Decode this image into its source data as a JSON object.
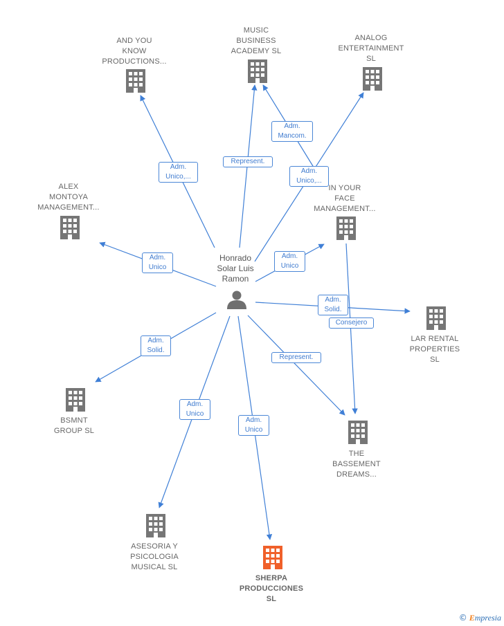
{
  "center": {
    "lines": [
      "Honrado",
      "Solar Luis",
      "Ramon"
    ],
    "icon": "person-icon"
  },
  "companies": [
    {
      "id": "and-you-know",
      "lines": [
        "AND YOU",
        "KNOW",
        "PRODUCTIONS..."
      ],
      "highlight": false
    },
    {
      "id": "music-business",
      "lines": [
        "MUSIC",
        "BUSINESS",
        "ACADEMY  SL"
      ],
      "highlight": false
    },
    {
      "id": "analog",
      "lines": [
        "ANALOG",
        "ENTERTAINMENT",
        "SL"
      ],
      "highlight": false
    },
    {
      "id": "alex-montoya",
      "lines": [
        "ALEX",
        "MONTOYA",
        "MANAGEMENT..."
      ],
      "highlight": false
    },
    {
      "id": "in-your-face",
      "lines": [
        "IN YOUR",
        "FACE",
        "MANAGEMENT..."
      ],
      "highlight": false
    },
    {
      "id": "lar-rental",
      "lines": [
        "LAR RENTAL",
        "PROPERTIES",
        "SL"
      ],
      "highlight": false
    },
    {
      "id": "bsmnt",
      "lines": [
        "BSMNT",
        "GROUP  SL"
      ],
      "highlight": false
    },
    {
      "id": "bassement",
      "lines": [
        "THE",
        "BASSEMENT",
        "DREAMS..."
      ],
      "highlight": false
    },
    {
      "id": "asesoria",
      "lines": [
        "ASESORIA Y",
        "PSICOLOGIA",
        "MUSICAL  SL"
      ],
      "highlight": false
    },
    {
      "id": "sherpa",
      "lines": [
        "SHERPA",
        "PRODUCCIONES",
        "SL"
      ],
      "highlight": true
    }
  ],
  "relations": [
    {
      "id": "r-and-you",
      "lines": [
        "Adm.",
        "Unico,..."
      ]
    },
    {
      "id": "r-music",
      "lines": [
        "Represent."
      ]
    },
    {
      "id": "r-mancom",
      "lines": [
        "Adm.",
        "Mancom."
      ]
    },
    {
      "id": "r-analog",
      "lines": [
        "Adm.",
        "Unico,..."
      ]
    },
    {
      "id": "r-alex",
      "lines": [
        "Adm.",
        "Unico"
      ]
    },
    {
      "id": "r-face",
      "lines": [
        "Adm.",
        "Unico"
      ]
    },
    {
      "id": "r-lar",
      "lines": [
        "Adm.",
        "Solid."
      ]
    },
    {
      "id": "r-consejero",
      "lines": [
        "Consejero"
      ]
    },
    {
      "id": "r-bsmnt",
      "lines": [
        "Adm.",
        "Solid."
      ]
    },
    {
      "id": "r-bassement",
      "lines": [
        "Represent."
      ]
    },
    {
      "id": "r-asesoria",
      "lines": [
        "Adm.",
        "Unico"
      ]
    },
    {
      "id": "r-sherpa",
      "lines": [
        "Adm.",
        "Unico"
      ]
    }
  ],
  "colors": {
    "edge": "#3f7fd6",
    "building": "#767676",
    "building_highlight": "#f0602a",
    "label_border": "#4a86d6"
  },
  "brand": {
    "symbol": "©",
    "initial": "E",
    "rest": "mpresia"
  }
}
